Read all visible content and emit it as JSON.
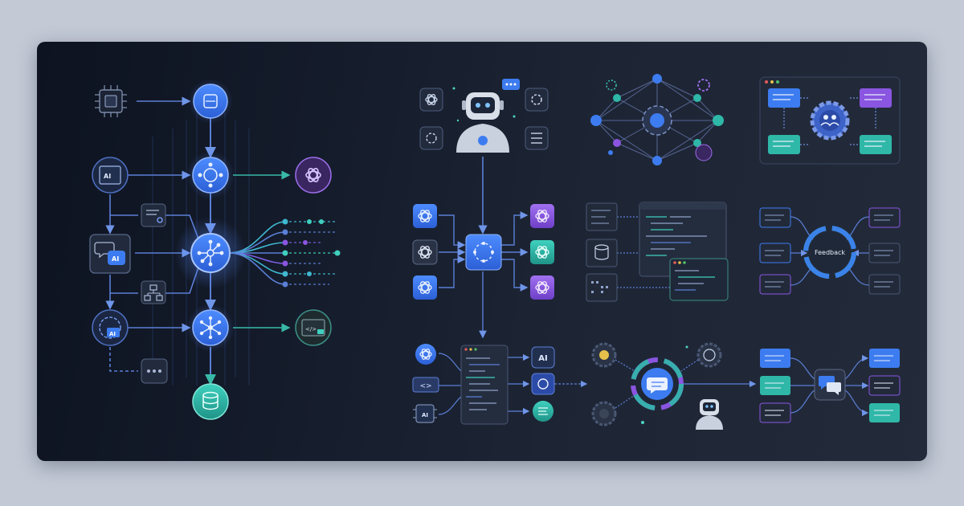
{
  "badges": {
    "ai_box": "AI",
    "ai_left": "AI",
    "ai_circle": "AI",
    "ai_square": "AI",
    "ai_chip": "AI",
    "code_angle": "<>",
    "code_slash": "</>"
  },
  "labels": {
    "feedback": "Feedback"
  },
  "colors": {
    "background": "#c3cad6",
    "panel": "#141b2a",
    "blue": "#3d7cf0",
    "purple": "#8a55e0",
    "teal": "#2fb8a8",
    "line": "#5b7fd6"
  }
}
